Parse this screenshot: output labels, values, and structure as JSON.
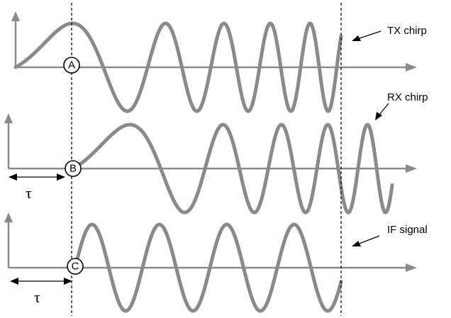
{
  "labels": {
    "tx": "TX chirp",
    "rx": "RX chirp",
    "if": "IF signal",
    "tau_rx": "τ",
    "tau_if": "τ"
  },
  "markers": {
    "a": "A",
    "b": "B",
    "c": "C"
  },
  "colors": {
    "signal": "#8a8a8a",
    "annotation": "#000000",
    "background": "#ffffff"
  }
}
